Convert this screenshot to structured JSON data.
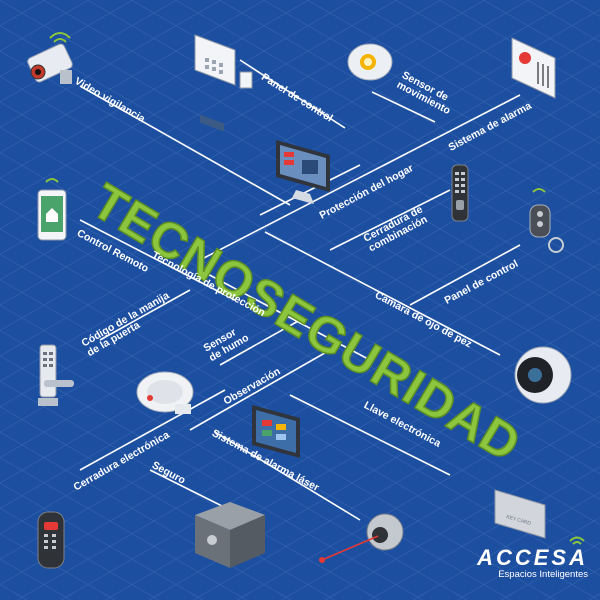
{
  "title": "TECNOSEGURIDAD",
  "labels": {
    "video_vigilancia": "Video vigilancia",
    "panel_control_top": "Panel de control",
    "sensor_movimiento": [
      "Sensor de",
      "movimiento"
    ],
    "sistema_alarma": "Sistema de alarma",
    "proteccion_hogar": "Protección del hogar",
    "cerradura_combinacion": [
      "Cerradura de",
      "combinación"
    ],
    "panel_control_right": "Panel de control",
    "control_remoto": "Control Remoto",
    "tecnologia_proteccion": "Tecnología de protección",
    "camara_ojo_pez": "Camara de ojo de pez",
    "codigo_manija": [
      "Código de la manija",
      "de la puerta"
    ],
    "sensor_humo": [
      "Sensor",
      "de humo"
    ],
    "observacion": "Observación",
    "llave_electronica": "Llave electrónica",
    "cerradura_electronica": "Cerradura electrónica",
    "seguro": "Seguro",
    "sistema_alarma_laser": "Sistema de alarma láser"
  },
  "devices": [
    "security-camera-icon",
    "control-panel-icon",
    "motion-sensor-icon",
    "alarm-panel-icon",
    "home-monitor-icon",
    "combination-lock-icon",
    "smartphone-icon",
    "key-fob-icon",
    "door-code-lock-icon",
    "smoke-detector-icon",
    "fisheye-camera-icon",
    "tablet-icon",
    "electronic-lock-icon",
    "safe-icon",
    "laser-alarm-icon",
    "key-card-icon"
  ],
  "key_card_text": "KEY CARD",
  "logo": {
    "name": "ACCESA",
    "tagline": "Espacios Inteligentes"
  },
  "colors": {
    "background": "#1d4fa0",
    "grid": "#3a68b4",
    "title": "#8cc63e",
    "lines": "#ffffff"
  }
}
